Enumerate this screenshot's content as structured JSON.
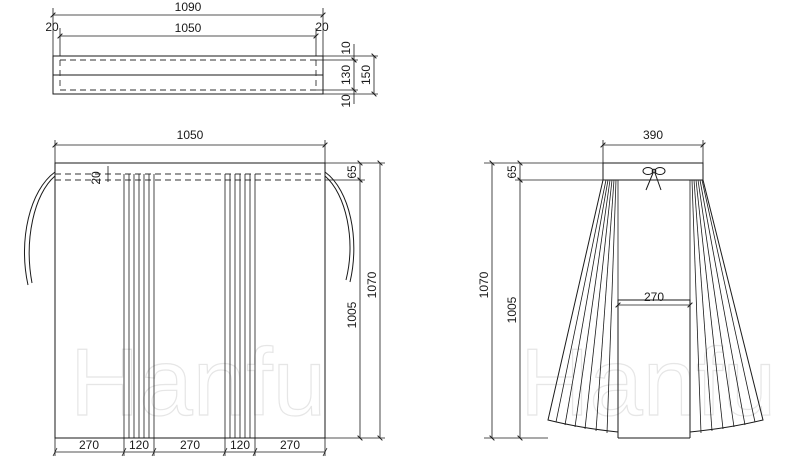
{
  "watermark": "Hanfu",
  "waistband": {
    "overall_width": "1090",
    "inner_width": "1050",
    "left_allowance": "20",
    "right_allowance": "20",
    "top_allowance": "10",
    "core_height": "130",
    "total_height": "150",
    "bottom_allowance": "10"
  },
  "front_view": {
    "width": "1050",
    "seam": "20",
    "waist_height": "65",
    "body_length": "1005",
    "total_length": "1070",
    "panel_widths": [
      "270",
      "120",
      "270",
      "120",
      "270"
    ]
  },
  "side_view": {
    "waist_width": "390",
    "waist_height": "65",
    "total_length": "1070",
    "body_length": "1005",
    "hem_panel_width": "270"
  }
}
